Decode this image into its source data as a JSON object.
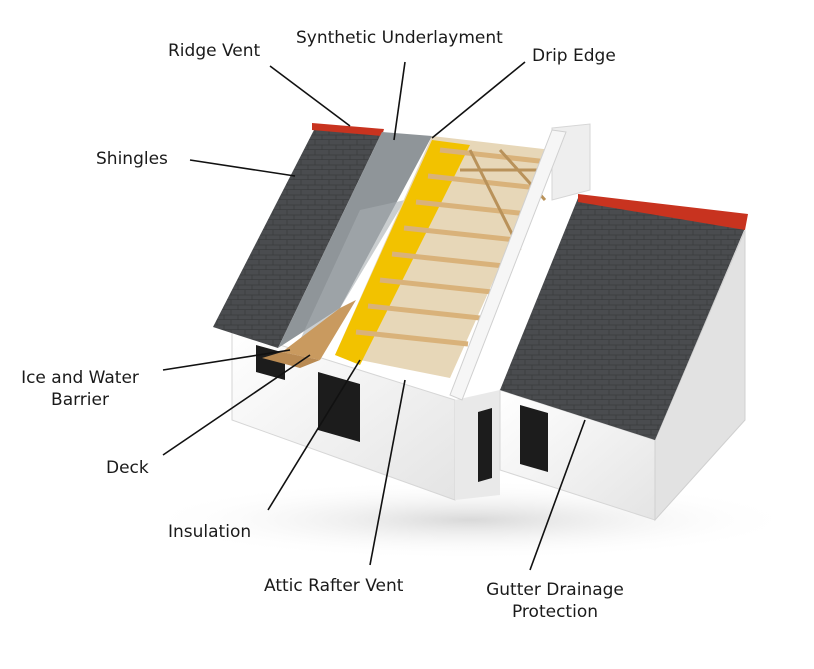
{
  "colors": {
    "shingle": "#4a4c4f",
    "ridge": "#c8331f",
    "underlayment": "#8f9599",
    "insulation": "#f2c200",
    "deck": "#c99a5f",
    "rafter": "#d9b27a",
    "wall": "#f4f4f4"
  },
  "labels": {
    "ridge_vent": "Ridge Vent",
    "synthetic_underlayment": "Synthetic Underlayment",
    "drip_edge": "Drip Edge",
    "shingles": "Shingles",
    "ice_water_line1": "Ice and Water",
    "ice_water_line2": "Barrier",
    "deck": "Deck",
    "insulation": "Insulation",
    "attic_rafter_vent": "Attic Rafter Vent",
    "gutter_line1": "Gutter Drainage",
    "gutter_line2": "Protection"
  }
}
